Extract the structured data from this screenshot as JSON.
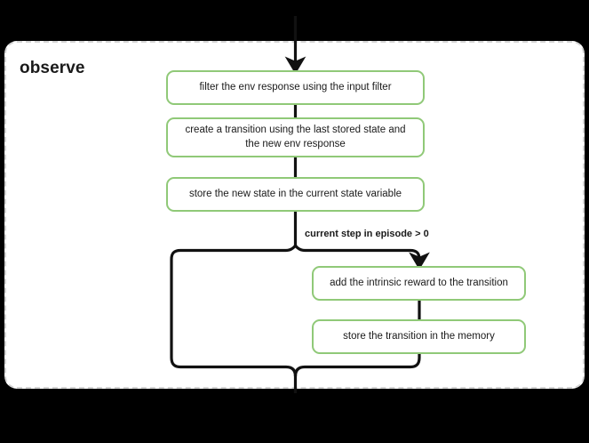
{
  "diagram": {
    "type": "flowchart",
    "subgraph": {
      "title": "observe",
      "border_style": "dashed",
      "border_color": "#d4d4d4",
      "background": "#ffffff"
    },
    "node_accent_color": "#90c978",
    "connector_color": "#1a1a1a",
    "nodes": [
      {
        "id": "filter",
        "label": "filter the env response using the input filter"
      },
      {
        "id": "transition",
        "label": "create a transition using the last stored state and the new env response"
      },
      {
        "id": "store_state",
        "label": "store the new state in the current state variable"
      },
      {
        "id": "intrinsic",
        "label": "add the intrinsic reward to the transition"
      },
      {
        "id": "store_trans",
        "label": "store the transition in the memory"
      }
    ],
    "edge_labels": [
      {
        "id": "condition",
        "label": "current step in episode > 0"
      }
    ],
    "icons": [
      {
        "name": "arrow-down-icon",
        "count": 3
      }
    ]
  }
}
